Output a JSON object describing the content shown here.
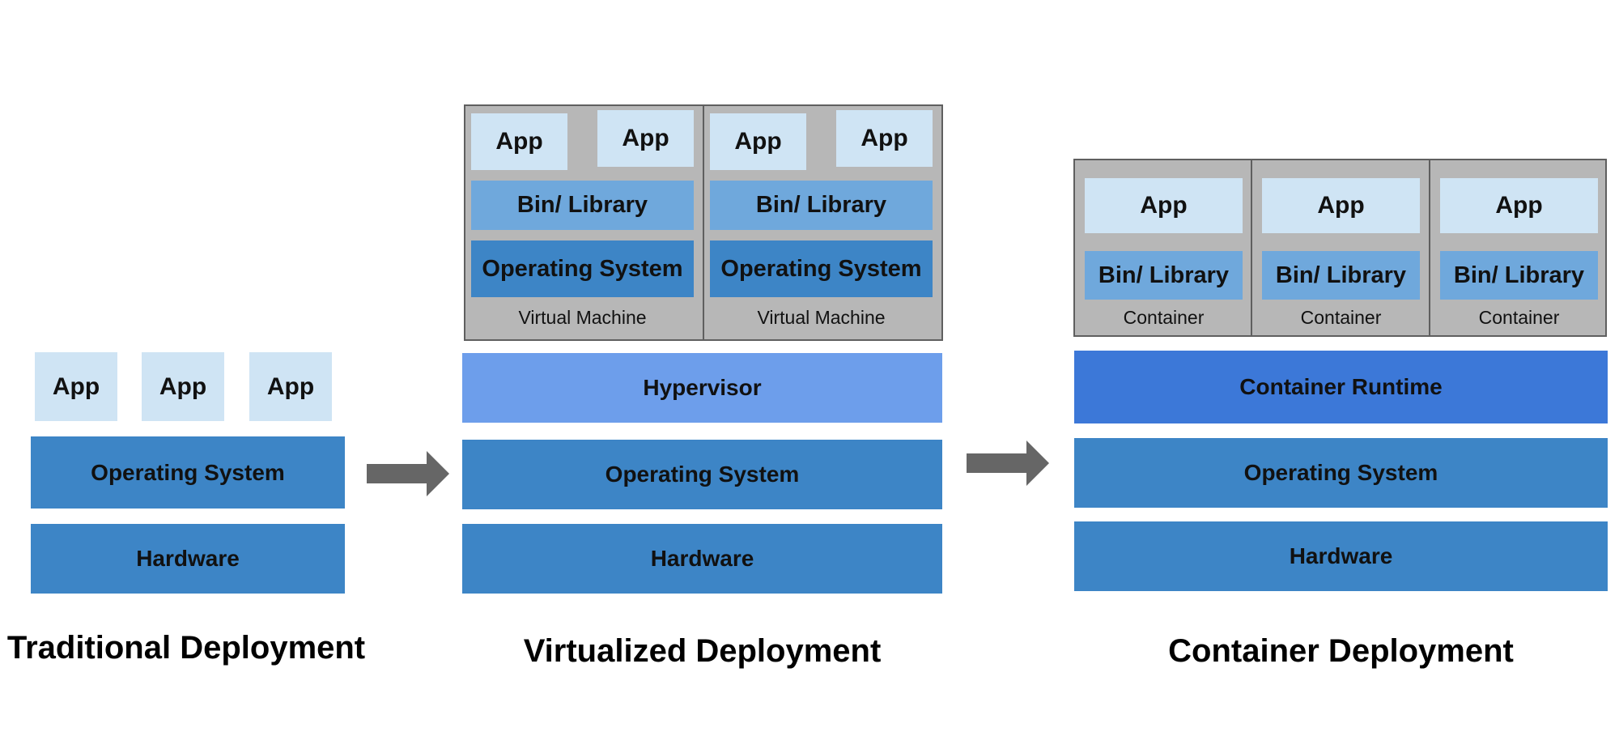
{
  "labels": {
    "app": "App",
    "operating_system": "Operating System",
    "hardware": "Hardware",
    "bin_library": "Bin/ Library",
    "hypervisor": "Hypervisor",
    "virtual_machine": "Virtual Machine",
    "container": "Container",
    "container_runtime": "Container Runtime"
  },
  "titles": {
    "traditional": "Traditional Deployment",
    "virtualized": "Virtualized Deployment",
    "container": "Container Deployment"
  },
  "colors": {
    "app": "#cfe4f4",
    "operating_system": "#3d85c6",
    "bin_library": "#6fa8dc",
    "hypervisor": "#6d9eeb",
    "container_runtime": "#3c78d8",
    "frame": "#b7b7b7",
    "arrow": "#666666"
  }
}
